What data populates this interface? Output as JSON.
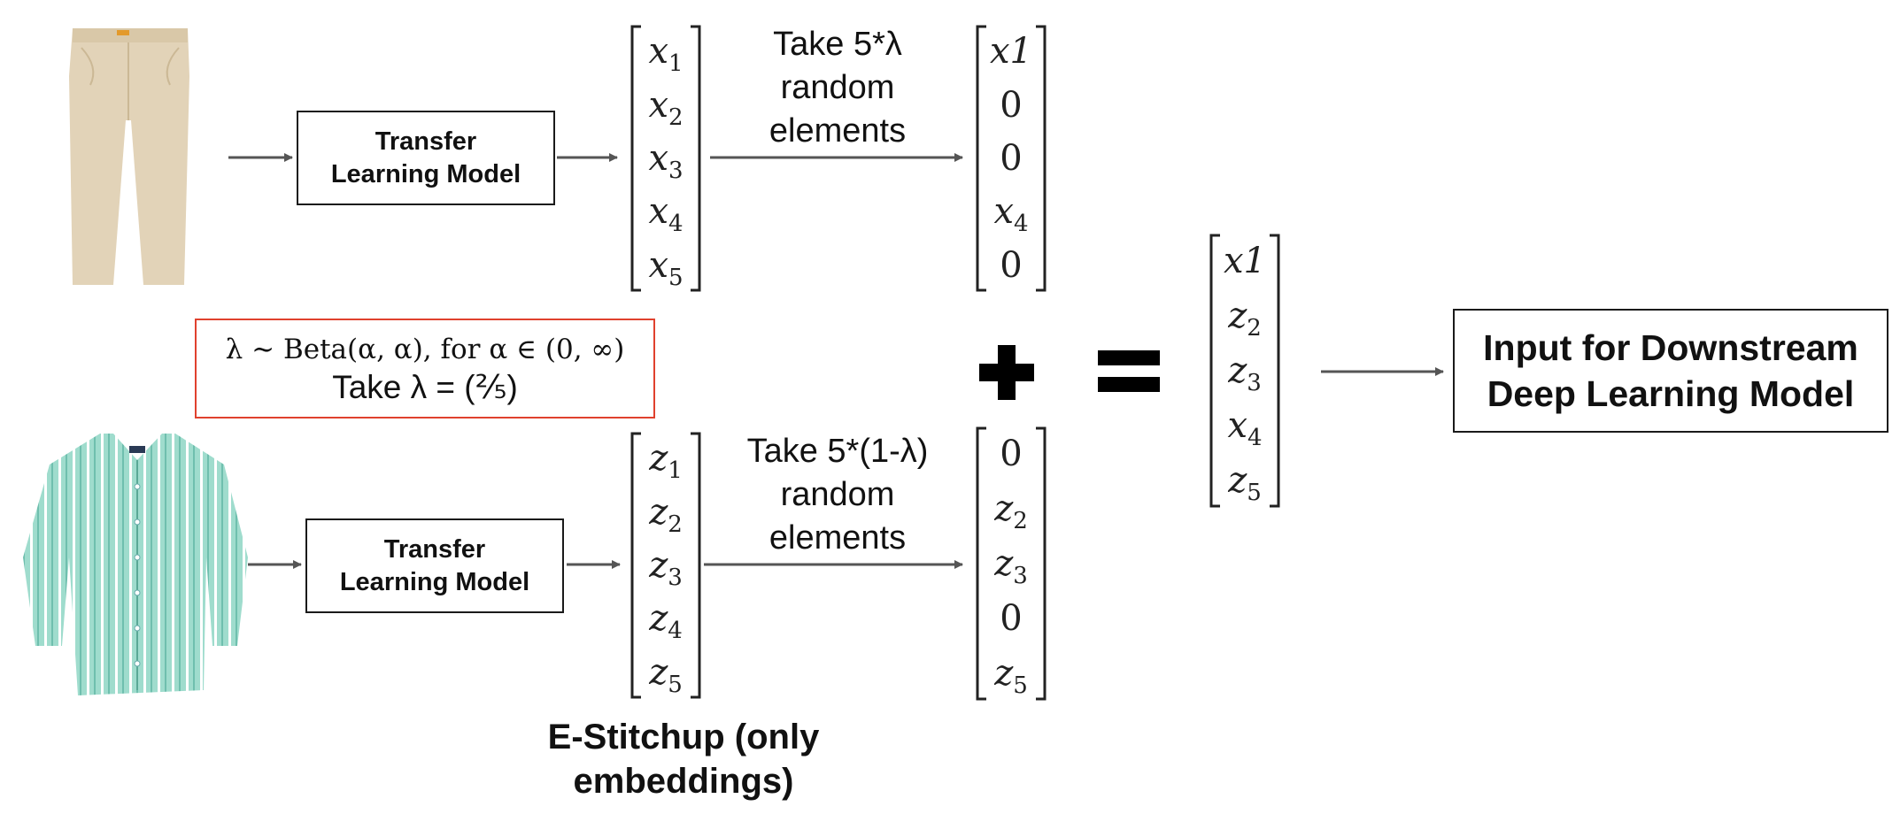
{
  "top_row": {
    "model_box": [
      "Transfer",
      "Learning Model"
    ],
    "vector_in": [
      [
        "x",
        "1"
      ],
      [
        "x",
        "2"
      ],
      [
        "x",
        "3"
      ],
      [
        "x",
        "4"
      ],
      [
        "x",
        "5"
      ]
    ],
    "take_label": [
      "Take 5*λ",
      "random",
      "elements"
    ],
    "vector_out": [
      [
        "x1",
        ""
      ],
      [
        "0",
        ""
      ],
      [
        "0",
        ""
      ],
      [
        "x",
        "4"
      ],
      [
        "0",
        ""
      ]
    ]
  },
  "bottom_row": {
    "model_box": [
      "Transfer",
      "Learning Model"
    ],
    "vector_in": [
      [
        "z",
        "1"
      ],
      [
        "z",
        "2"
      ],
      [
        "z",
        "3"
      ],
      [
        "z",
        "4"
      ],
      [
        "z",
        "5"
      ]
    ],
    "take_label": [
      "Take 5*(1-λ)",
      "random",
      "elements"
    ],
    "vector_out": [
      [
        "0",
        ""
      ],
      [
        "z",
        "2"
      ],
      [
        "z",
        "3"
      ],
      [
        "0",
        ""
      ],
      [
        "z",
        "5"
      ]
    ]
  },
  "lambda_box": {
    "formula": "λ ∼ Beta(α, α), for α ∈ (0, ∞)",
    "take": "Take λ = (⅖)"
  },
  "operators": {
    "plus": "+",
    "equals": "="
  },
  "result_vector": [
    [
      "x1",
      ""
    ],
    [
      "z",
      "2"
    ],
    [
      "z",
      "3"
    ],
    [
      "x",
      "4"
    ],
    [
      "z",
      "5"
    ]
  ],
  "output_box": [
    "Input for Downstream",
    "Deep Learning Model"
  ],
  "caption": [
    "E-Stitchup (only",
    "embeddings)"
  ],
  "colors": {
    "pants": "#e2d3b8",
    "shirt": "#9fdccd",
    "shirt_stripe": "#ffffff",
    "lambda_border": "#e0412e",
    "arrow": "#555555"
  },
  "icons": {
    "top_image": "khaki-pants-image",
    "bottom_image": "striped-shirt-image"
  }
}
